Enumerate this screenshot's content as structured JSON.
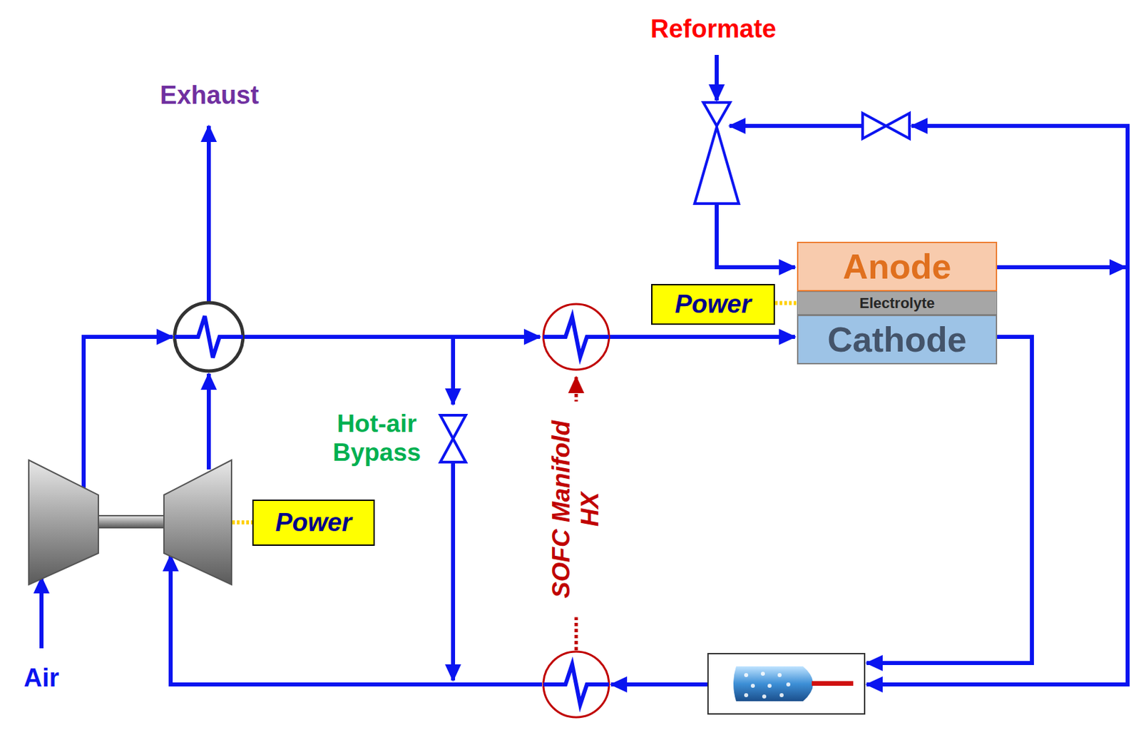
{
  "diagram": {
    "nodes": [
      {
        "text": [
          "Anode"
        ]
      },
      {
        "text": [
          "Power"
        ]
      },
      {
        "text": [
          "Electrolyte"
        ]
      },
      {
        "text": [
          "Cathode"
        ]
      },
      {
        "text": [
          "Power"
        ]
      }
    ],
    "edges": [
      {
        "from": 1,
        "to": 2,
        "arrow": "none"
      }
    ],
    "labels": [
      "Reformate",
      "Exhaust",
      "Hot-air Bypass",
      "SOFC Manifold HX",
      "Air"
    ]
  }
}
